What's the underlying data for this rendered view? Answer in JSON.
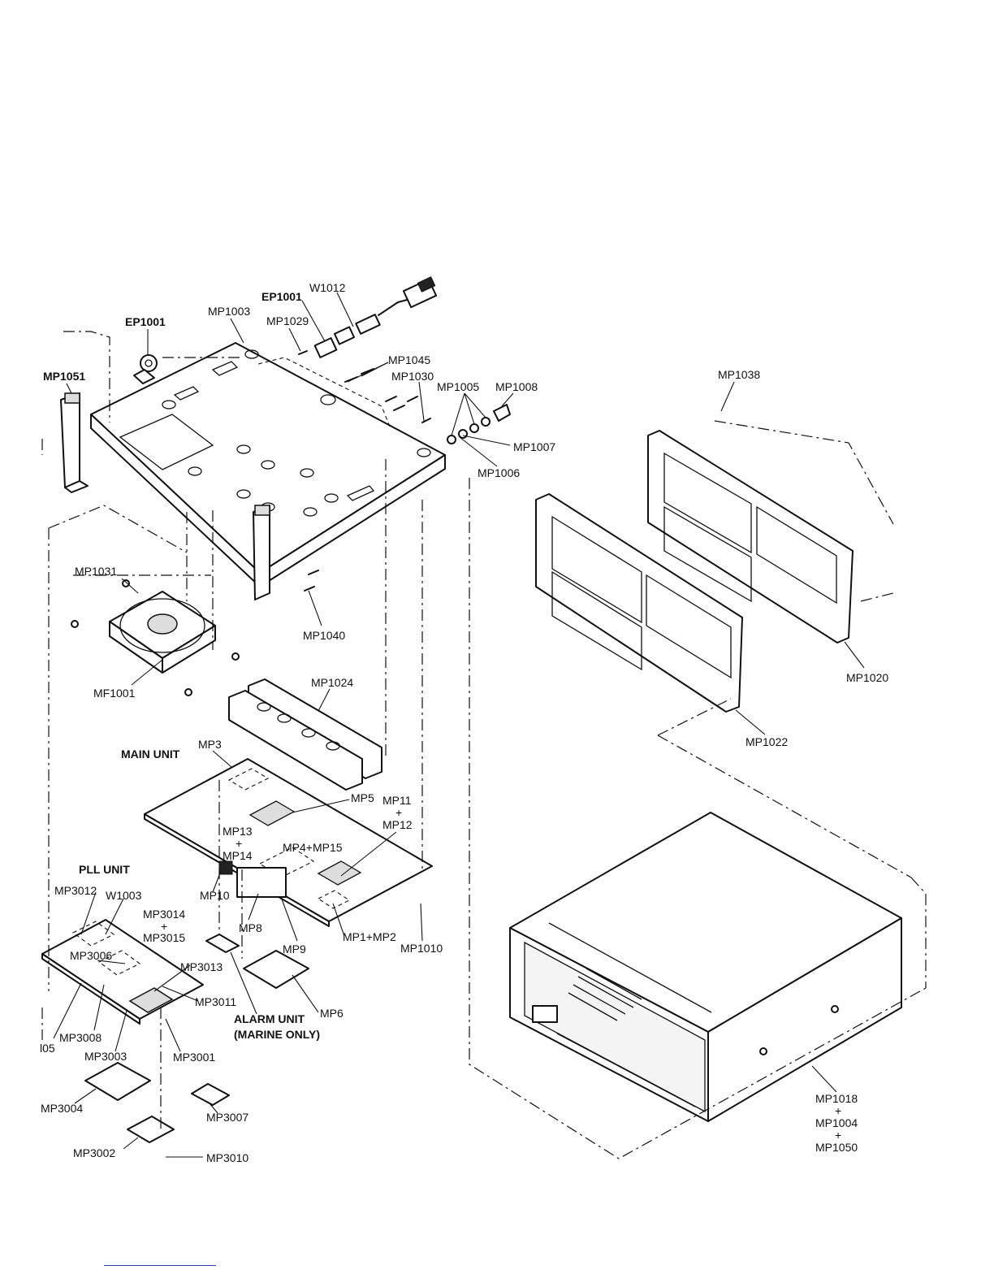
{
  "labels": {
    "ep1001_left": "EP1001",
    "ep1001_top": "EP1001",
    "w1012": "W1012",
    "mp1003": "MP1003",
    "mp1029": "MP1029",
    "mp1045": "MP1045",
    "mp1030": "MP1030",
    "mp1005": "MP1005",
    "mp1008": "MP1008",
    "mp1007": "MP1007",
    "mp1006": "MP1006",
    "mp1051": "MP1051",
    "mp1038": "MP1038",
    "mp1031": "MP1031",
    "mp1040": "MP1040",
    "mf1001": "MF1001",
    "mp1024": "MP1024",
    "mp1020": "MP1020",
    "mp1022": "MP1022",
    "main_unit": "MAIN UNIT",
    "mp3": "MP3",
    "mp5": "MP5",
    "mp11": "MP11",
    "plus_a": "+",
    "mp12": "MP12",
    "mp13": "MP13",
    "plus_b": "+",
    "mp14": "MP14",
    "mp4_mp15": "MP4+MP15",
    "pll_unit": "PLL UNIT",
    "mp3012": "MP3012",
    "w1003": "W1003",
    "mp10": "MP10",
    "mp3014": "MP3014",
    "plus_c": "+",
    "mp3015": "MP3015",
    "mp8": "MP8",
    "mp9": "MP9",
    "mp1_mp2": "MP1+MP2",
    "mp1010": "MP1010",
    "mp3006": "MP3006",
    "mp3013": "MP3013",
    "mp3011": "MP3011",
    "mp6": "MP6",
    "alarm_unit": "ALARM UNIT",
    "marine_only": "(MARINE ONLY)",
    "l005": "l05",
    "mp3008": "MP3008",
    "mp3003": "MP3003",
    "mp3001": "MP3001",
    "mp3004": "MP3004",
    "mp3007": "MP3007",
    "mp3002": "MP3002",
    "mp3010": "MP3010",
    "mp1018": "MP1018",
    "plus_d": "+",
    "mp1004": "MP1004",
    "plus_e": "+",
    "mp1050": "MP1050"
  }
}
